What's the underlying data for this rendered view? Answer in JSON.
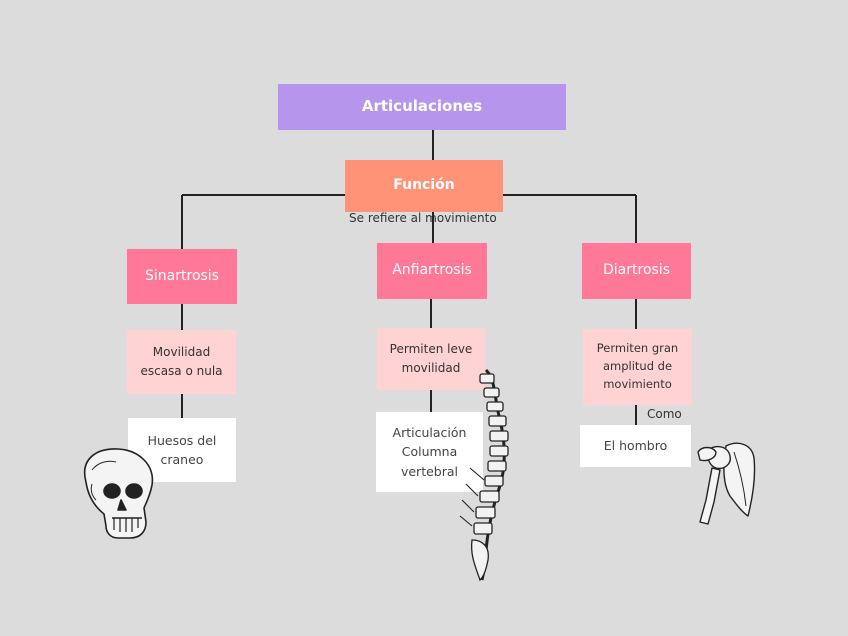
{
  "root": {
    "label": "Articulaciones"
  },
  "function": {
    "label": "Función",
    "note": "Se refiere al movimiento"
  },
  "branches": [
    {
      "type": "Sinartrosis",
      "description": [
        "Movilidad",
        "escasa o nula"
      ],
      "example": [
        "Huesos del",
        "craneo"
      ],
      "illustration": "skull-illustration"
    },
    {
      "type": "Anfiartrosis",
      "description": [
        "Permiten leve",
        "movilidad"
      ],
      "example": [
        "Articulación",
        "Columna",
        "vertebral"
      ],
      "illustration": "spine-illustration"
    },
    {
      "type": "Diartrosis",
      "description": [
        "Permiten gran",
        "amplitud de",
        "movimiento"
      ],
      "connector": "Como",
      "example": [
        "El hombro"
      ],
      "illustration": "shoulder-illustration"
    }
  ],
  "colors": {
    "background": "#dcdcdc",
    "root": "#b696ec",
    "function": "#ff9378",
    "type": "#ff7898",
    "description": "#ffd3d3",
    "example": "#ffffff",
    "connector_line": "#222222"
  }
}
